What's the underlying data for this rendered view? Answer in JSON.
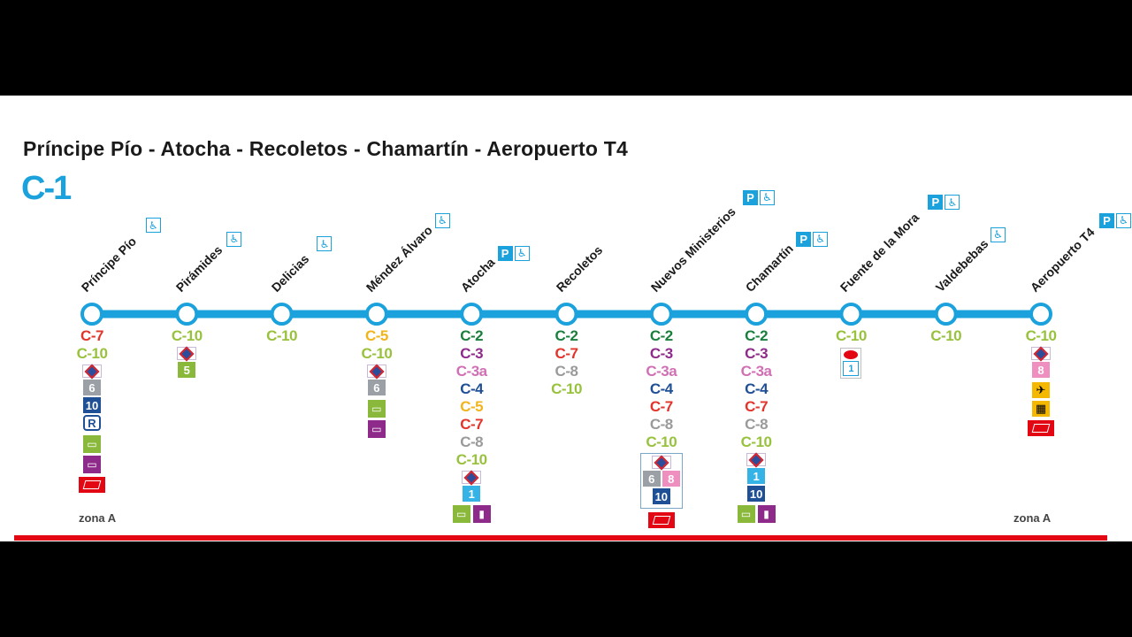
{
  "route_title": "Príncipe Pío - Atocha - Recoletos - Chamartín - Aeropuerto T4",
  "line_logo": "C-1",
  "colors": {
    "line": "#1ba2dc",
    "C-2": "#1a7f3c",
    "C-3": "#8e2b8a",
    "C-3a": "#d16fb5",
    "C-4": "#1f4f95",
    "C-5": "#f2b41c",
    "C-7": "#e2342b",
    "C-8": "#9a9a9a",
    "C-10": "#98c23d",
    "metro_1": "#35b3e6",
    "metro_5": "#8ab83b",
    "metro_6": "#9aa0a6",
    "metro_8": "#ef8fbf",
    "metro_10": "#1f4f95",
    "bus_interurban": "#8ab83b",
    "bus_long": "#8e2b8a"
  },
  "stations": [
    {
      "name": "Príncipe Pío",
      "facilities": [
        "accessible-icon"
      ],
      "lines": [
        "C-7",
        "C-10"
      ],
      "metro": [
        [
          "6"
        ],
        [
          "10"
        ],
        [
          "R"
        ]
      ],
      "buses": [
        "interurban",
        "long"
      ],
      "ticket": true,
      "zone": "zona A"
    },
    {
      "name": "Pirámides",
      "facilities": [
        "accessible-icon"
      ],
      "lines": [
        "C-10"
      ],
      "metro": [
        [
          "5"
        ]
      ]
    },
    {
      "name": "Delicias",
      "facilities": [
        "accessible-icon"
      ],
      "lines": [
        "C-10"
      ]
    },
    {
      "name": "Méndez Álvaro",
      "facilities": [
        "accessible-icon"
      ],
      "lines": [
        "C-5",
        "C-10"
      ],
      "metro": [
        [
          "6"
        ]
      ],
      "buses": [
        "interurban",
        "long"
      ]
    },
    {
      "name": "Atocha",
      "facilities": [
        "parking-icon",
        "accessible-icon"
      ],
      "lines": [
        "C-2",
        "C-3",
        "C-3a",
        "C-4",
        "C-5",
        "C-7",
        "C-8",
        "C-10"
      ],
      "metro": [
        [
          "1"
        ]
      ],
      "buses_row": [
        "interurban",
        "train"
      ]
    },
    {
      "name": "Recoletos",
      "facilities": [],
      "lines": [
        "C-2",
        "C-7",
        "C-8",
        "C-10"
      ]
    },
    {
      "name": "Nuevos Ministerios",
      "facilities": [
        "parking-icon",
        "accessible-icon"
      ],
      "lines": [
        "C-2",
        "C-3",
        "C-3a",
        "C-4",
        "C-7",
        "C-8",
        "C-10"
      ],
      "metro": [
        [
          "6",
          "8"
        ],
        [
          "10"
        ]
      ],
      "framed": true,
      "ticket": true
    },
    {
      "name": "Chamartín",
      "facilities": [
        "parking-icon",
        "accessible-icon"
      ],
      "lines": [
        "C-2",
        "C-3",
        "C-3a",
        "C-4",
        "C-7",
        "C-8",
        "C-10"
      ],
      "metro": [
        [
          "1"
        ],
        [
          "10"
        ]
      ],
      "buses_row": [
        "interurban",
        "train"
      ]
    },
    {
      "name": "Fuente de la Mora",
      "facilities": [
        "parking-icon",
        "accessible-icon"
      ],
      "lines": [
        "C-10"
      ],
      "cercanias_light": "1"
    },
    {
      "name": "Valdebebas",
      "facilities": [
        "accessible-icon"
      ],
      "lines": [
        "C-10"
      ]
    },
    {
      "name": "Aeropuerto T4",
      "facilities": [
        "parking-icon",
        "accessible-icon"
      ],
      "lines": [
        "C-10"
      ],
      "metro": [
        [
          "8"
        ]
      ],
      "plane": true,
      "extra_icon": true,
      "ticket": true,
      "zone": "zona A"
    }
  ],
  "icon_glyphs": {
    "parking-icon": "P",
    "accessible-icon": "♿"
  },
  "zones": [
    "zona A",
    "zona A"
  ]
}
